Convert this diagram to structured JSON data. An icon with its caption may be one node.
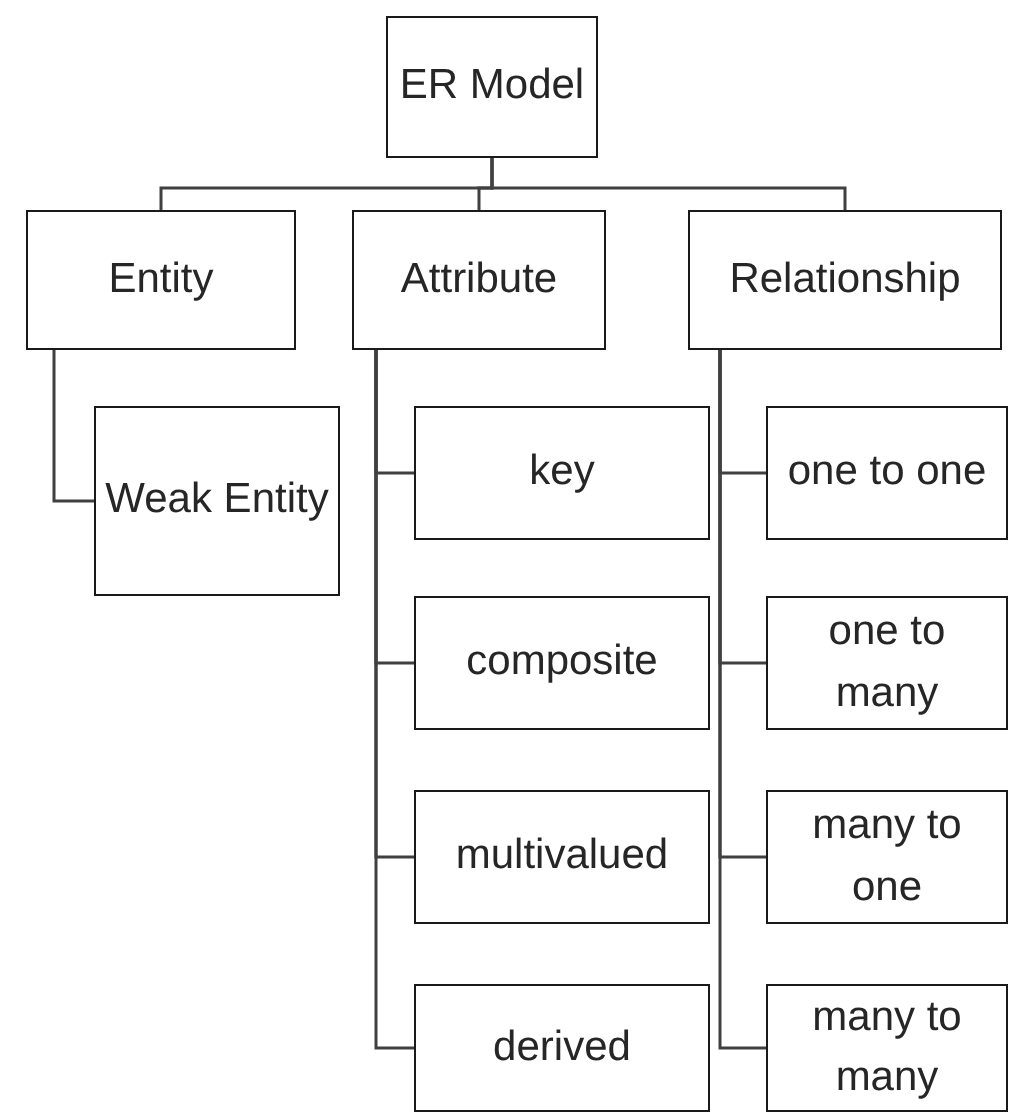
{
  "diagram": {
    "nodes": [
      {
        "text": [
          "ER Model"
        ]
      },
      {
        "text": [
          "Entity"
        ]
      },
      {
        "text": [
          "Attribute"
        ]
      },
      {
        "text": [
          "Relationship"
        ]
      },
      {
        "text": [
          "Weak Entity"
        ]
      },
      {
        "text": [
          "key"
        ]
      },
      {
        "text": [
          "composite"
        ]
      },
      {
        "text": [
          "multivalued"
        ]
      },
      {
        "text": [
          "derived"
        ]
      },
      {
        "text": [
          "one to one"
        ]
      },
      {
        "text": [
          "one to many"
        ]
      },
      {
        "text": [
          "many to one"
        ]
      },
      {
        "text": [
          "many to many"
        ]
      }
    ],
    "edges": [
      {
        "from": 0,
        "to": 1,
        "arrow": "none"
      },
      {
        "from": 0,
        "to": 2,
        "arrow": "none"
      },
      {
        "from": 0,
        "to": 3,
        "arrow": "none"
      },
      {
        "from": 1,
        "to": 4,
        "arrow": "none"
      },
      {
        "from": 2,
        "to": 5,
        "arrow": "none"
      },
      {
        "from": 2,
        "to": 6,
        "arrow": "none"
      },
      {
        "from": 2,
        "to": 7,
        "arrow": "none"
      },
      {
        "from": 2,
        "to": 8,
        "arrow": "none"
      },
      {
        "from": 3,
        "to": 9,
        "arrow": "none"
      },
      {
        "from": 3,
        "to": 10,
        "arrow": "none"
      },
      {
        "from": 3,
        "to": 11,
        "arrow": "none"
      },
      {
        "from": 3,
        "to": 12,
        "arrow": "none"
      }
    ]
  }
}
